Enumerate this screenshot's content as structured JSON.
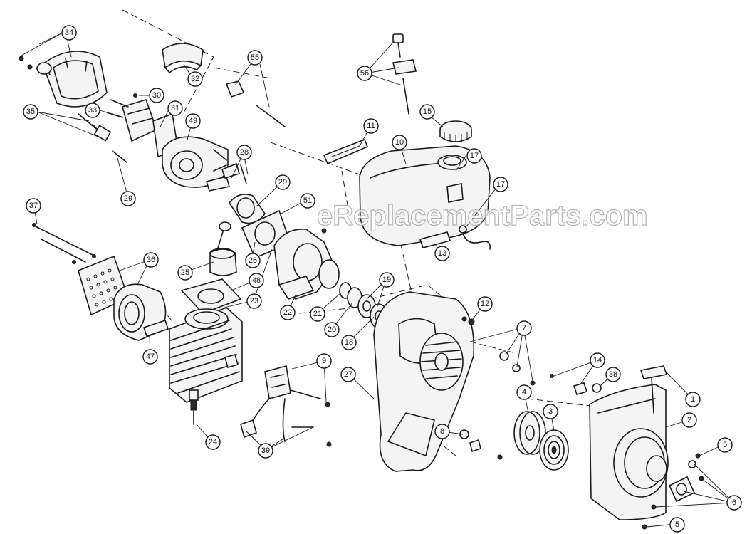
{
  "watermark": "eReplacementParts.com",
  "callouts": [
    "34",
    "32",
    "55",
    "56",
    "35",
    "33",
    "30",
    "31",
    "49",
    "11",
    "15",
    "10",
    "17",
    "28",
    "29",
    "29",
    "17",
    "37",
    "51",
    "36",
    "25",
    "26",
    "13",
    "48",
    "23",
    "22",
    "19",
    "21",
    "20",
    "12",
    "18",
    "47",
    "7",
    "27",
    "9",
    "24",
    "14",
    "38",
    "1",
    "2",
    "4",
    "3",
    "5",
    "8",
    "39",
    "6",
    "5"
  ]
}
